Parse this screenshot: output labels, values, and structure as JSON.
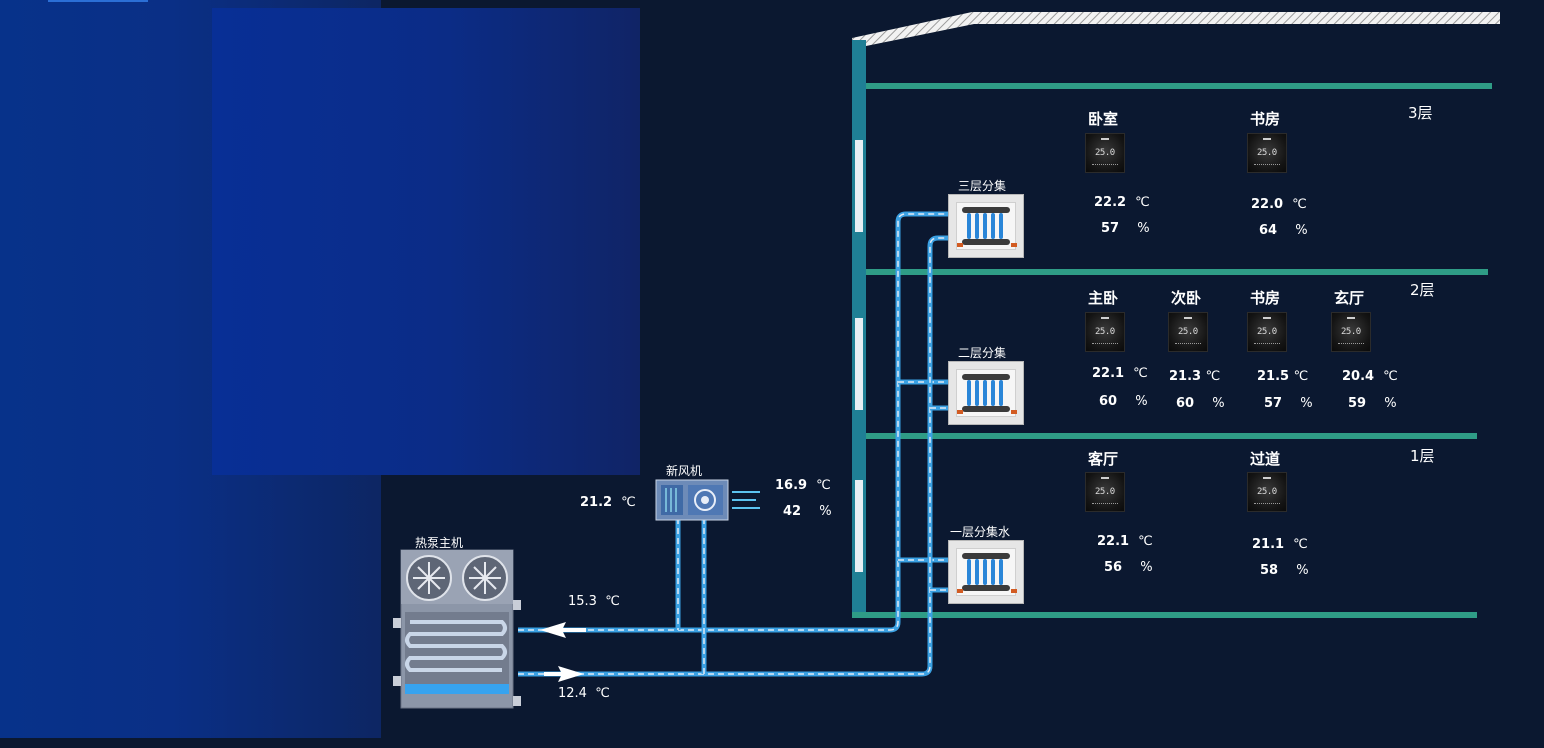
{
  "heat_pump": {
    "title": "热泵主机"
  },
  "fresh_air": {
    "title": "新风机",
    "inlet_temp": "21.2",
    "inlet_temp_unit": "℃",
    "outlet_temp": "16.9",
    "outlet_temp_unit": "℃",
    "outlet_humidity": "42",
    "outlet_humidity_unit": "%"
  },
  "pipes": {
    "supply_temp": "15.3",
    "supply_unit": "℃",
    "return_temp": "12.4",
    "return_unit": "℃"
  },
  "manifolds": {
    "floor3": "三层分集",
    "floor2": "二层分集",
    "floor1": "一层分集水"
  },
  "floors": {
    "f3": {
      "label": "3层",
      "rooms": [
        {
          "name": "卧室",
          "temp": "22.2",
          "temp_unit": "℃",
          "humidity": "57",
          "humidity_unit": "%",
          "display": "25.0"
        },
        {
          "name": "书房",
          "temp": "22.0",
          "temp_unit": "℃",
          "humidity": "64",
          "humidity_unit": "%",
          "display": "25.0"
        }
      ]
    },
    "f2": {
      "label": "2层",
      "rooms": [
        {
          "name": "主卧",
          "temp": "22.1",
          "temp_unit": "℃",
          "humidity": "60",
          "humidity_unit": "%",
          "display": "25.0"
        },
        {
          "name": "次卧",
          "temp": "21.3",
          "temp_unit": "℃",
          "humidity": "60",
          "humidity_unit": "%",
          "display": "25.0"
        },
        {
          "name": "书房",
          "temp": "21.5",
          "temp_unit": "℃",
          "humidity": "57",
          "humidity_unit": "%",
          "display": "25.0"
        },
        {
          "name": "玄厅",
          "temp": "20.4",
          "temp_unit": "℃",
          "humidity": "59",
          "humidity_unit": "%",
          "display": "25.0"
        }
      ]
    },
    "f1": {
      "label": "1层",
      "rooms": [
        {
          "name": "客厅",
          "temp": "22.1",
          "temp_unit": "℃",
          "humidity": "56",
          "humidity_unit": "%",
          "display": "25.0"
        },
        {
          "name": "过道",
          "temp": "21.1",
          "temp_unit": "℃",
          "humidity": "58",
          "humidity_unit": "%",
          "display": "25.0"
        }
      ]
    }
  },
  "colors": {
    "background": "#0b1830",
    "floor_slab": "#2f9c86",
    "wall": "#1f7f95",
    "pipe": "#3aa0e2",
    "pipe_dash": "#dfe9f5"
  }
}
